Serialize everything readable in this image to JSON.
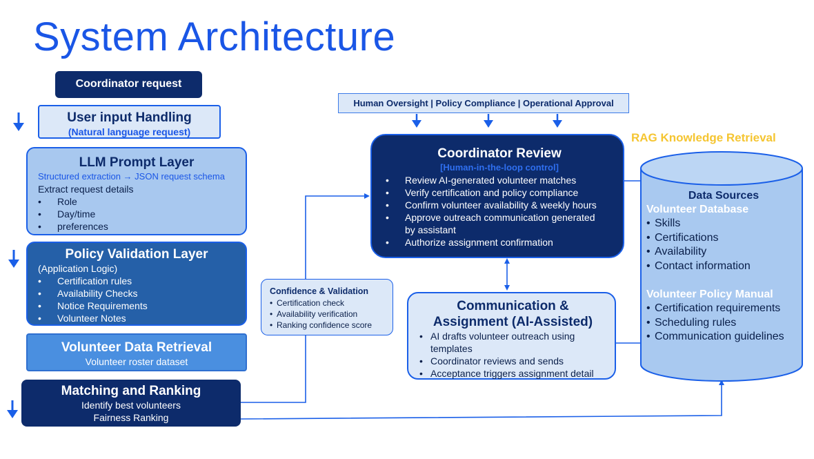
{
  "title": "System Architecture",
  "coordinator_request": "Coordinator request",
  "user_input": {
    "title": "User input Handling",
    "subtitle": "(Natural language request)"
  },
  "llm_prompt": {
    "title": "LLM Prompt Layer",
    "subtitle": "Structured extraction → JSON request schema",
    "line": "Extract request details",
    "items": [
      "Role",
      "Day/time",
      "preferences"
    ]
  },
  "policy_validation": {
    "title": "Policy Validation Layer",
    "subtitle": "(Application Logic)",
    "items": [
      "Certification rules",
      "Availability Checks",
      "Notice Requirements",
      "Volunteer Notes"
    ]
  },
  "data_retrieval": {
    "title": "Volunteer Data Retrieval",
    "subtitle": "Volunteer roster dataset"
  },
  "matching": {
    "title": "Matching and Ranking",
    "line1": "Identify best volunteers",
    "line2": "Fairness Ranking"
  },
  "confidence": {
    "title": "Confidence & Validation",
    "items": [
      "Certification check",
      "Availability verification",
      "Ranking confidence score"
    ]
  },
  "oversight_banner": "Human Oversight | Policy Compliance | Operational Approval",
  "coordinator_review": {
    "title": "Coordinator Review",
    "subtitle": "[Human-in-the-loop control]",
    "items": [
      "Review AI-generated volunteer matches",
      "Verify certification and policy compliance",
      "Confirm volunteer availability & weekly hours",
      "Approve outreach communication generated by assistant",
      "Authorize assignment confirmation"
    ]
  },
  "communication": {
    "title_line1": "Communication &",
    "title_line2": "Assignment (AI-Assisted)",
    "items": [
      "AI drafts volunteer outreach using templates",
      "Coordinator reviews and sends",
      "Acceptance triggers assignment detail"
    ]
  },
  "rag_label": "RAG Knowledge Retrieval",
  "data_sources": {
    "title": "Data Sources",
    "db_heading": "Volunteer Database",
    "db_items": [
      "Skills",
      "Certifications",
      "Availability",
      "Contact information"
    ],
    "policy_heading": "Volunteer Policy Manual",
    "policy_items": [
      "Certification requirements",
      "Scheduling rules",
      "Communication guidelines"
    ]
  },
  "colors": {
    "title_blue": "#1a56e6",
    "navy": "#0d2b6b",
    "light_blue": "#dce8f8",
    "mid_blue": "#a8c8ef",
    "steel_blue": "#2560a8",
    "bright_blue": "#4a8fe0",
    "rag_yellow": "#f5c531"
  }
}
